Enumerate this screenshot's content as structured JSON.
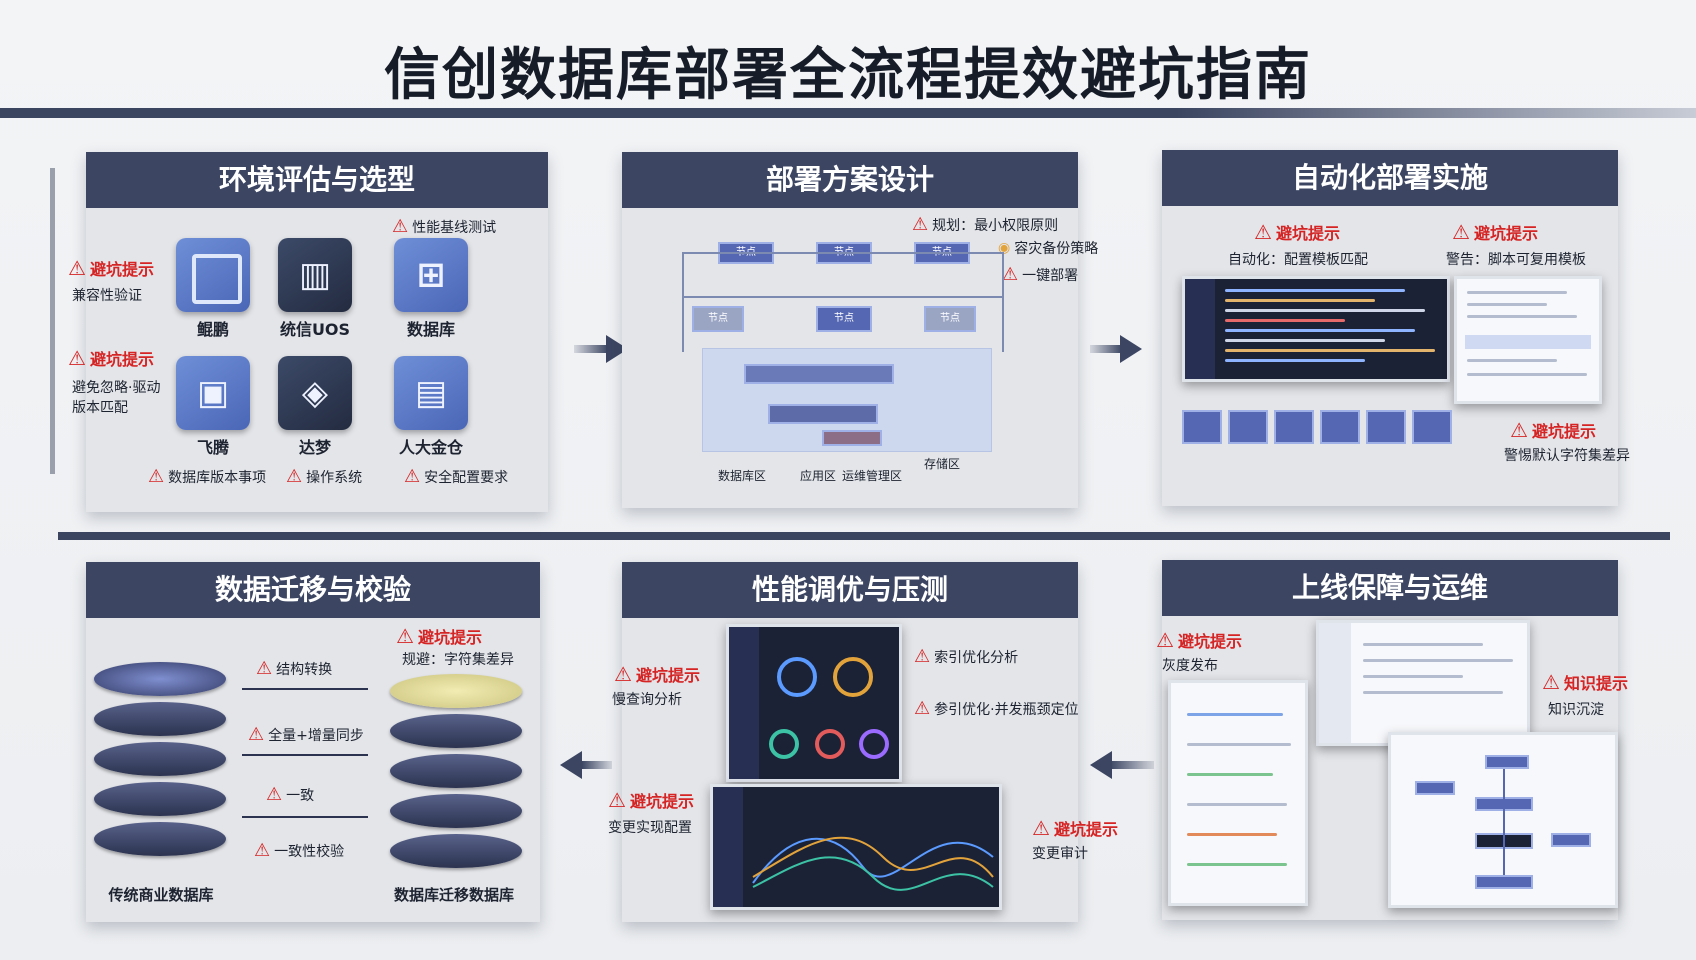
{
  "title": "信创数据库部署全流程提效避坑指南",
  "colors": {
    "header": "#3c4663",
    "warning": "#d62424",
    "accent": "#5567b3"
  },
  "panels": {
    "env": {
      "title": "环境评估与选型",
      "warn1": "避坑提示",
      "note1": "兼容性验证",
      "warn2": "避坑提示",
      "note2": "避免忽略·驱动版本匹配",
      "top_badge": "性能基线测试",
      "items": [
        "鲲鹏",
        "统信UOS",
        "数据库",
        "飞腾",
        "达梦",
        "人大金仓"
      ],
      "bottom_badges": [
        "数据库版本事项",
        "操作系统",
        "安全配置要求"
      ]
    },
    "design": {
      "title": "部署方案设计",
      "badges": [
        "规划：最小权限原则",
        "容灾备份策略",
        "一键部署"
      ],
      "zones": [
        "数据库区",
        "应用区",
        "运维管理区",
        "存储区"
      ],
      "node_label": "节点"
    },
    "auto": {
      "title": "自动化部署实施",
      "warn1": "避坑提示",
      "note1": "自动化：配置模板匹配",
      "warn2": "避坑提示",
      "note2": "警告：脚本可复用模板",
      "warn3": "避坑提示",
      "note3": "警惕默认字符集差异"
    },
    "migrate": {
      "title": "数据迁移与校验",
      "warn1": "避坑提示",
      "note1": "规避：字符集差异",
      "steps": [
        "结构转换",
        "全量+增量同步",
        "一致",
        "一致性校验"
      ],
      "left_db": "传统商业数据库",
      "right_db": "数据库迁移数据库"
    },
    "perf": {
      "title": "性能调优与压测",
      "warn1": "避坑提示",
      "note1": "慢查询分析",
      "warn2": "避坑提示",
      "note2": "变更实现配置",
      "badge1": "索引优化分析",
      "badge2": "参引优化·并发瓶颈定位",
      "warn3": "避坑提示",
      "note3": "变更审计"
    },
    "ops": {
      "title": "上线保障与运维",
      "warn1": "避坑提示",
      "note1": "灰度发布",
      "warn2": "知识提示",
      "note2": "知识沉淀"
    }
  }
}
